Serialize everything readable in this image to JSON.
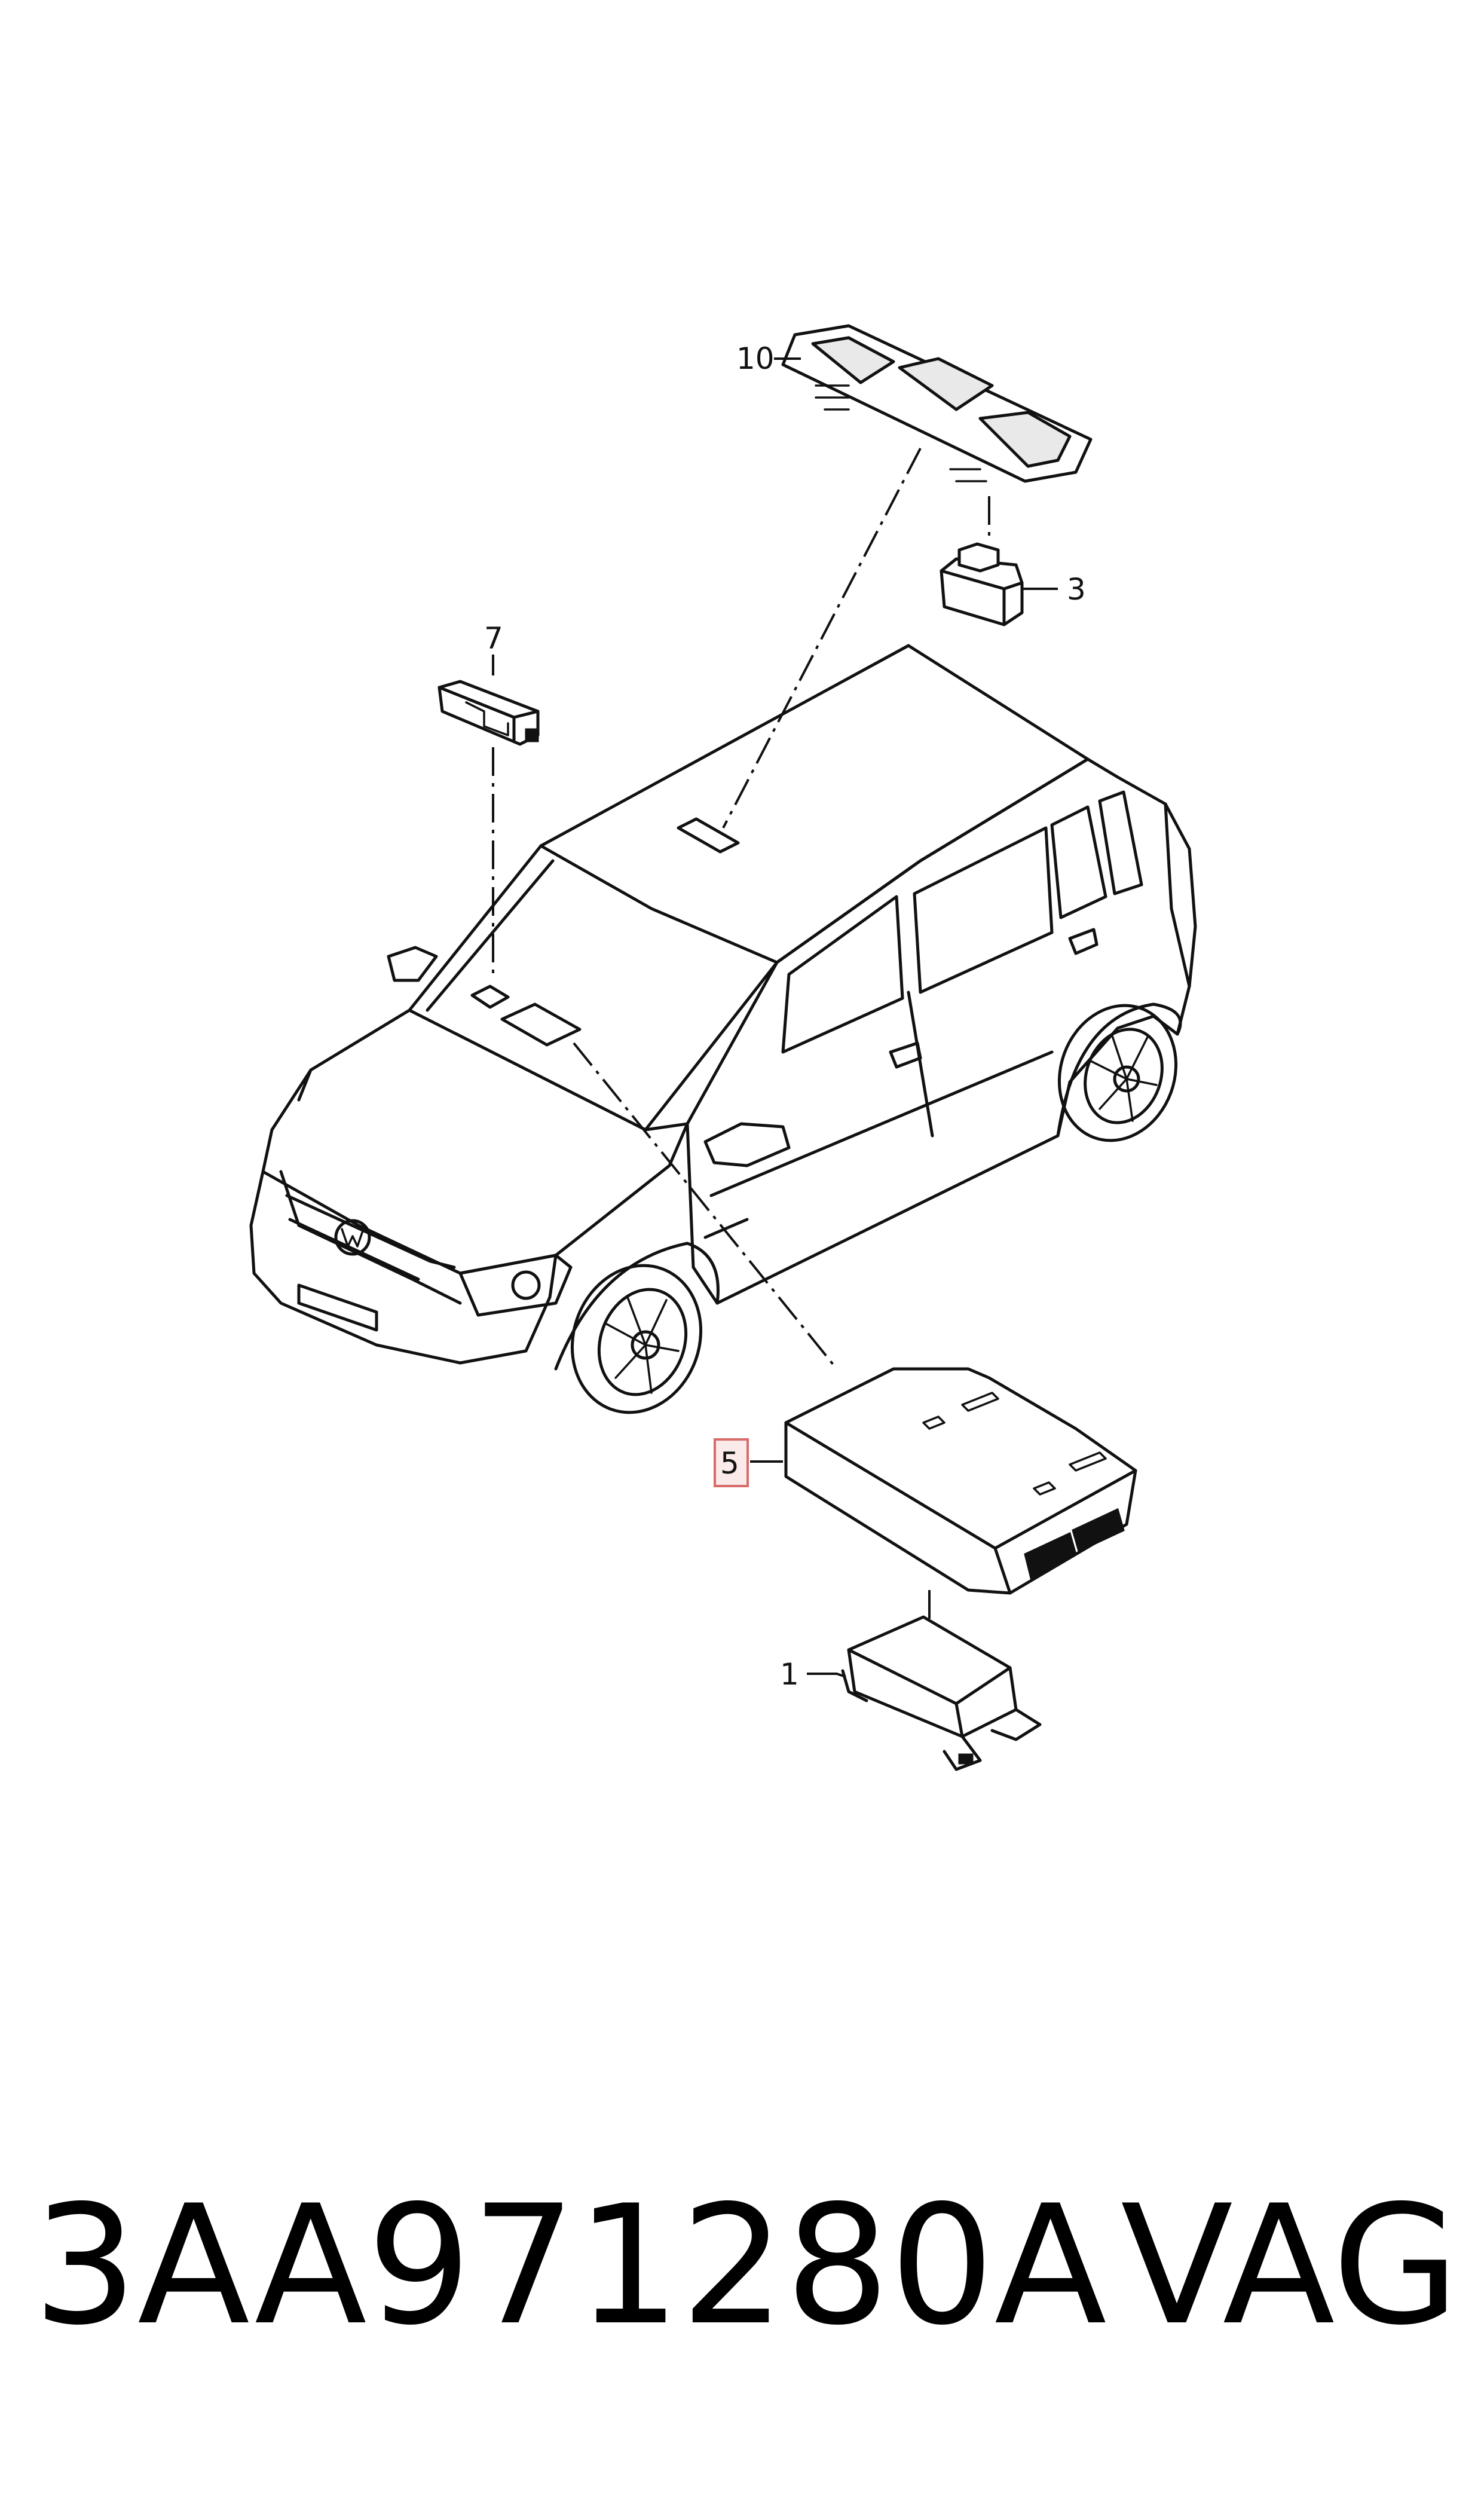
{
  "diagram": {
    "callouts": [
      {
        "id": "1",
        "label": "1"
      },
      {
        "id": "3",
        "label": "3"
      },
      {
        "id": "5",
        "label": "5",
        "highlighted": true
      },
      {
        "id": "7",
        "label": "7"
      },
      {
        "id": "10",
        "label": "10"
      }
    ],
    "highlight_color": "#d86a6a"
  },
  "footer": {
    "part_number": "3AA971280A",
    "brand": "VAG"
  }
}
